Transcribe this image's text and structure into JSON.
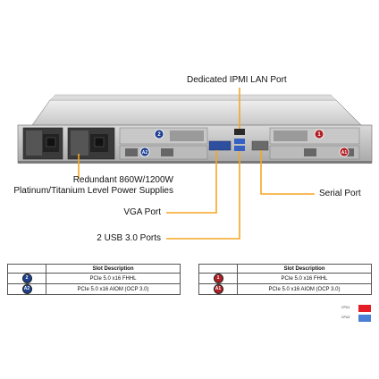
{
  "colors": {
    "callout_line": "#f5a623",
    "cpu1": "#e51e25",
    "cpu2": "#4a7fd4",
    "badge_blue": "#1c3f8f",
    "badge_red": "#b11e23"
  },
  "callouts": {
    "ipmi": "Dedicated IPMI  LAN Port",
    "psu_line1": "Redundant  860W/1200W",
    "psu_line2": "Platinum/Titanium  Level Power Supplies",
    "serial": "Serial Port",
    "vga": "VGA Port",
    "usb": "2 USB 3.0 Ports"
  },
  "chassis_badges": {
    "cpu2_slot": "2",
    "cpu2_aiom": "A2",
    "cpu1_slot": "1",
    "cpu1_aiom": "A1"
  },
  "tables": {
    "left": {
      "header": "Slot Description",
      "rows": [
        {
          "badge": "2",
          "badge_color": "blue",
          "desc": "PCIe 5.0 x16 FHHL"
        },
        {
          "badge": "A2",
          "badge_color": "blue",
          "desc": "PCIe 5.0 x16 AIOM (OCP 3.0)"
        }
      ]
    },
    "right": {
      "header": "Slot Description",
      "rows": [
        {
          "badge": "1",
          "badge_color": "red",
          "desc": "PCIe 5.0 x16 FHHL"
        },
        {
          "badge": "A1",
          "badge_color": "red",
          "desc": "PCIe 5.0 x16 AIOM (OCP 3.0)"
        }
      ]
    }
  },
  "legend": [
    {
      "label": "CPU1",
      "color": "#e51e25"
    },
    {
      "label": "CPU2",
      "color": "#4a7fd4"
    }
  ]
}
